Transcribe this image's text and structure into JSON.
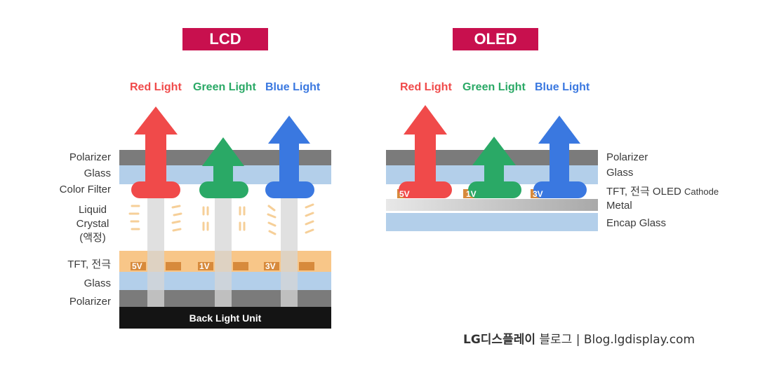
{
  "lcd": {
    "title": "LCD",
    "lights": [
      "Red Light",
      "Green Light",
      "Blue Light"
    ],
    "layers": {
      "polarizer_top": "Polarizer",
      "glass_top": "Glass",
      "color_filter": "Color Filter",
      "liquid_crystal": [
        "Liquid",
        "Crystal",
        "(액정)"
      ],
      "tft": "TFT, 전극",
      "glass_bottom": "Glass",
      "polarizer_bottom": "Polarizer",
      "back_light_unit": "Back Light Unit"
    },
    "voltages": [
      "5V",
      "1V",
      "3V"
    ]
  },
  "oled": {
    "title": "OLED",
    "lights": [
      "Red Light",
      "Green Light",
      "Blue Light"
    ],
    "layers": {
      "polarizer": "Polarizer",
      "glass": "Glass",
      "tft": "TFT, 전극 OLED",
      "cathode": "Cathode",
      "metal": "Metal",
      "encap_glass": "Encap Glass"
    },
    "voltages": [
      "5V",
      "1V",
      "3V"
    ]
  },
  "watermark": {
    "brand": "LG디스플레이",
    "rest": " 블로그 | Blog.lgdisplay.com"
  },
  "colors": {
    "badge": "#c8104e",
    "red": "#f04a4a",
    "green": "#2aa966",
    "blue": "#3a78e0",
    "polarizer": "#7b7b7b",
    "glass": "#b3cfea",
    "tft": "#f8c688",
    "backlight": "#141414"
  }
}
